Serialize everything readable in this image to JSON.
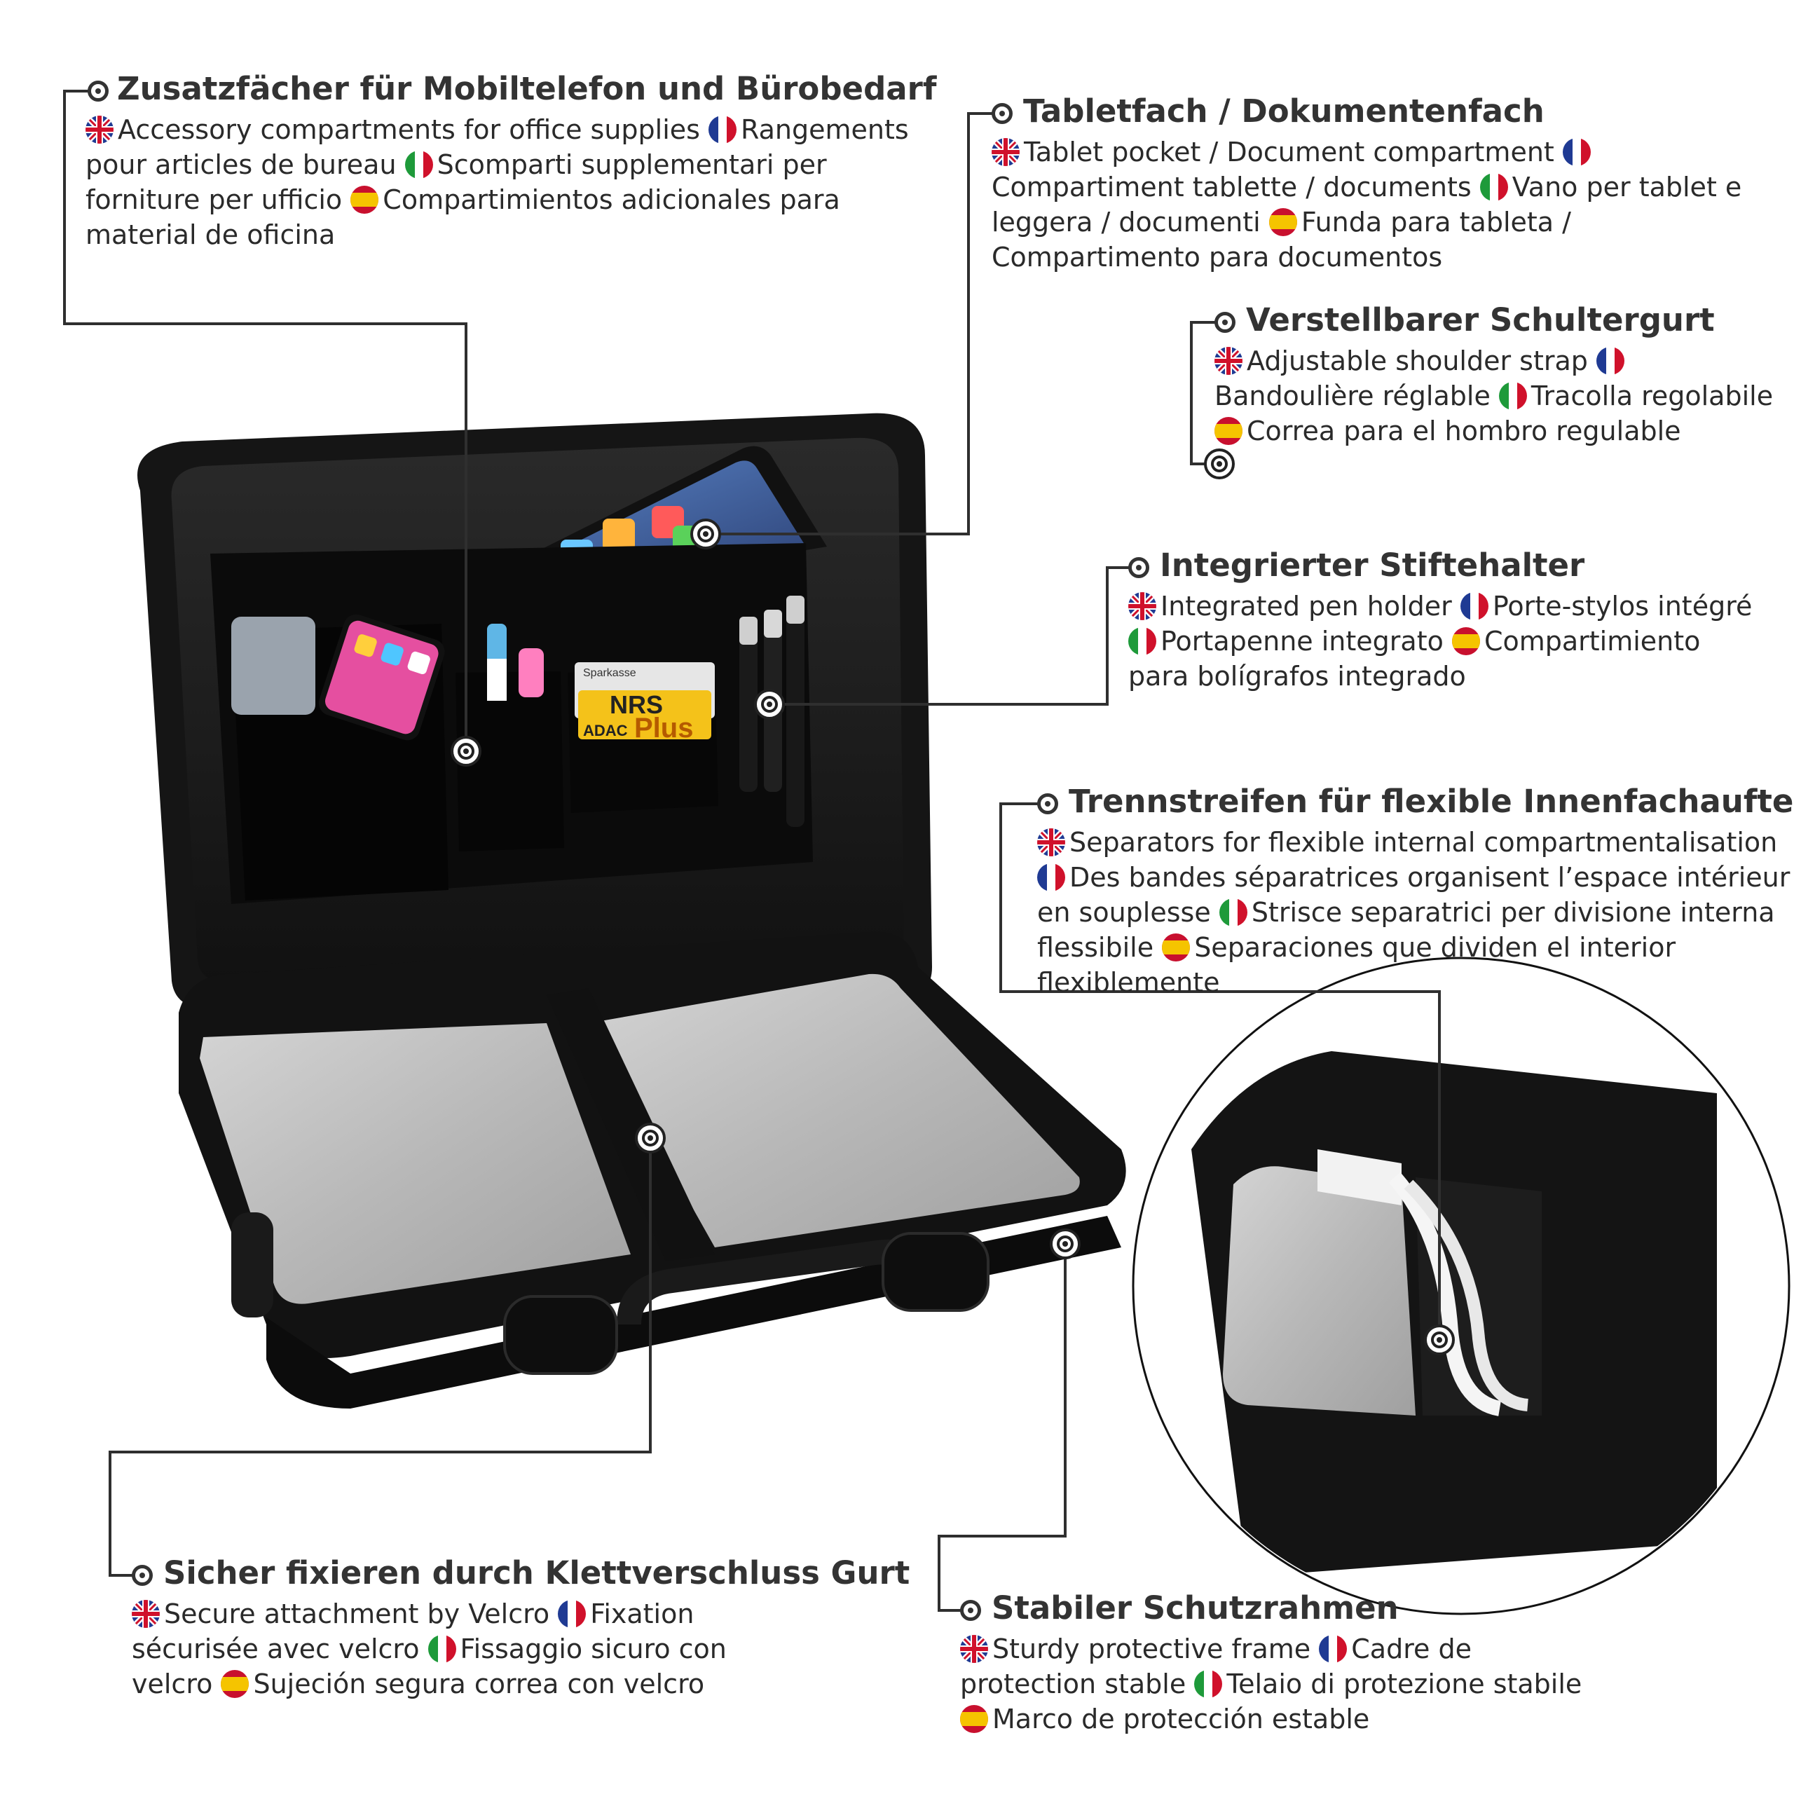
{
  "callouts": [
    {
      "id": "accessory",
      "title": "Zusatzfächer für Mobiltelefon und Bürobedarf",
      "en": "Accessory compartments for office supplies",
      "fr": "Rangements pour articles de bureau",
      "it": "Scomparti supplementari per forniture per ufficio",
      "es": "Compartimientos adicionales para material de oficina"
    },
    {
      "id": "tablet",
      "title": "Tabletfach / Dokumentenfach",
      "en": "Tablet pocket / Document compartment",
      "fr": "Compartiment tablette / documents",
      "it": "Vano per tablet e leggera / documenti",
      "es": "Funda para tableta / Compartimento para documentos"
    },
    {
      "id": "strap",
      "title": "Verstellbarer Schultergurt",
      "en": "Adjustable shoulder strap",
      "fr": "Bandoulière réglable",
      "it": "Tracolla regolabile",
      "es": "Correa para el hombro regulable"
    },
    {
      "id": "pen",
      "title": "Integrierter Stiftehalter",
      "en": "Integrated pen holder",
      "fr": "Porte-stylos intégré",
      "it": "Portapenne integrato",
      "es": "Compartimiento para bolígrafos integrado"
    },
    {
      "id": "separators",
      "title": "Trennstreifen für flexible Innenfachaufteilung",
      "en": "Separators for flexible internal compartmentalisation",
      "fr": "Des bandes séparatrices organisent l’espace intérieur en souplesse",
      "it": "Strisce separatrici per divisione interna flessibile",
      "es": "Separaciones que dividen el interior flexiblemente"
    },
    {
      "id": "velcro",
      "title": "Sicher fixieren durch Klettverschluss Gurt",
      "en": "Secure attachment by Velcro",
      "fr": "Fixation sécurisée avec velcro",
      "it": "Fissaggio sicuro con velcro",
      "es": "Sujeción segura correa con velcro"
    },
    {
      "id": "frame",
      "title": "Stabiler Schutzrahmen",
      "en": "Sturdy protective frame",
      "fr": "Cadre de protection stable",
      "it": "Telaio di protezione stabile",
      "es": "Marco de protección estable"
    }
  ],
  "product_labels": {
    "card_brand": "Sparkasse",
    "card_text_1": "NRS",
    "card_text_2": "ADAC",
    "card_text_3": "Plus"
  },
  "colors": {
    "bag": "#141414",
    "lining": "#1e1e1e",
    "laptop": "#b9b9b9",
    "line": "#333333"
  }
}
